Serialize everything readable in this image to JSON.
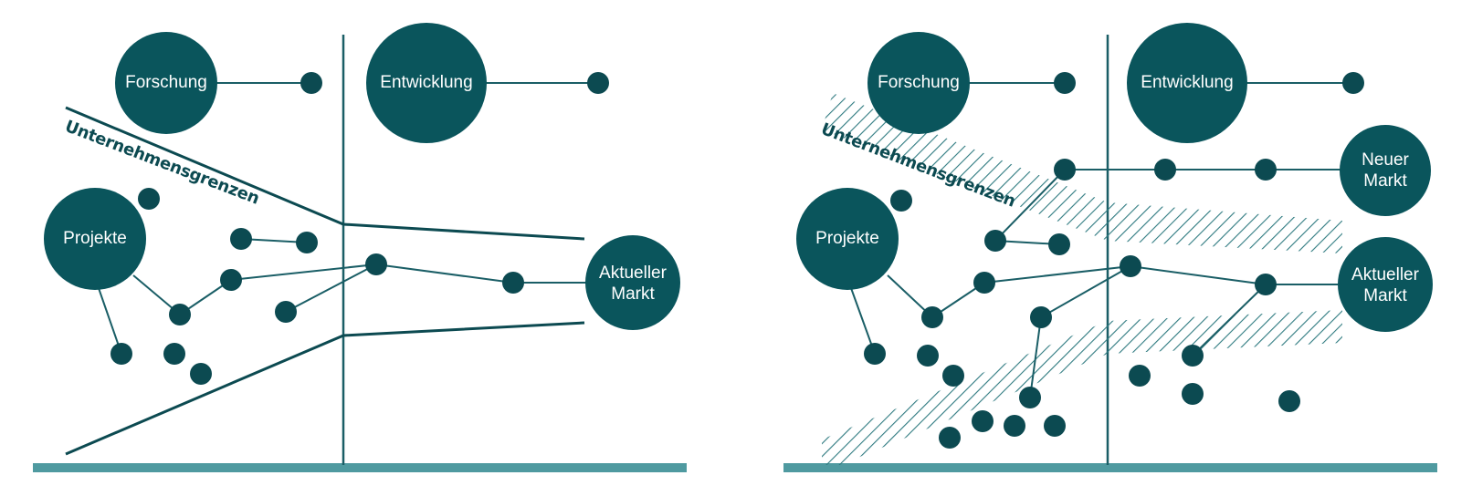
{
  "colors": {
    "node": "#0a555c",
    "dot": "#0c4a51",
    "line": "#1a5e66",
    "baseline": "#4f9aa0",
    "hatch": "#2e7a80"
  },
  "left_panel": {
    "research": "Forschung",
    "development": "Entwicklung",
    "projects": "Projekte",
    "market_line1": "Aktueller",
    "market_line2": "Markt",
    "boundary": "Unternehmensgrenzen"
  },
  "right_panel": {
    "research": "Forschung",
    "development": "Entwicklung",
    "projects": "Projekte",
    "new_market_line1": "Neuer",
    "new_market_line2": "Markt",
    "market_line1": "Aktueller",
    "market_line2": "Markt",
    "boundary": "Unternehmensgrenzen"
  }
}
